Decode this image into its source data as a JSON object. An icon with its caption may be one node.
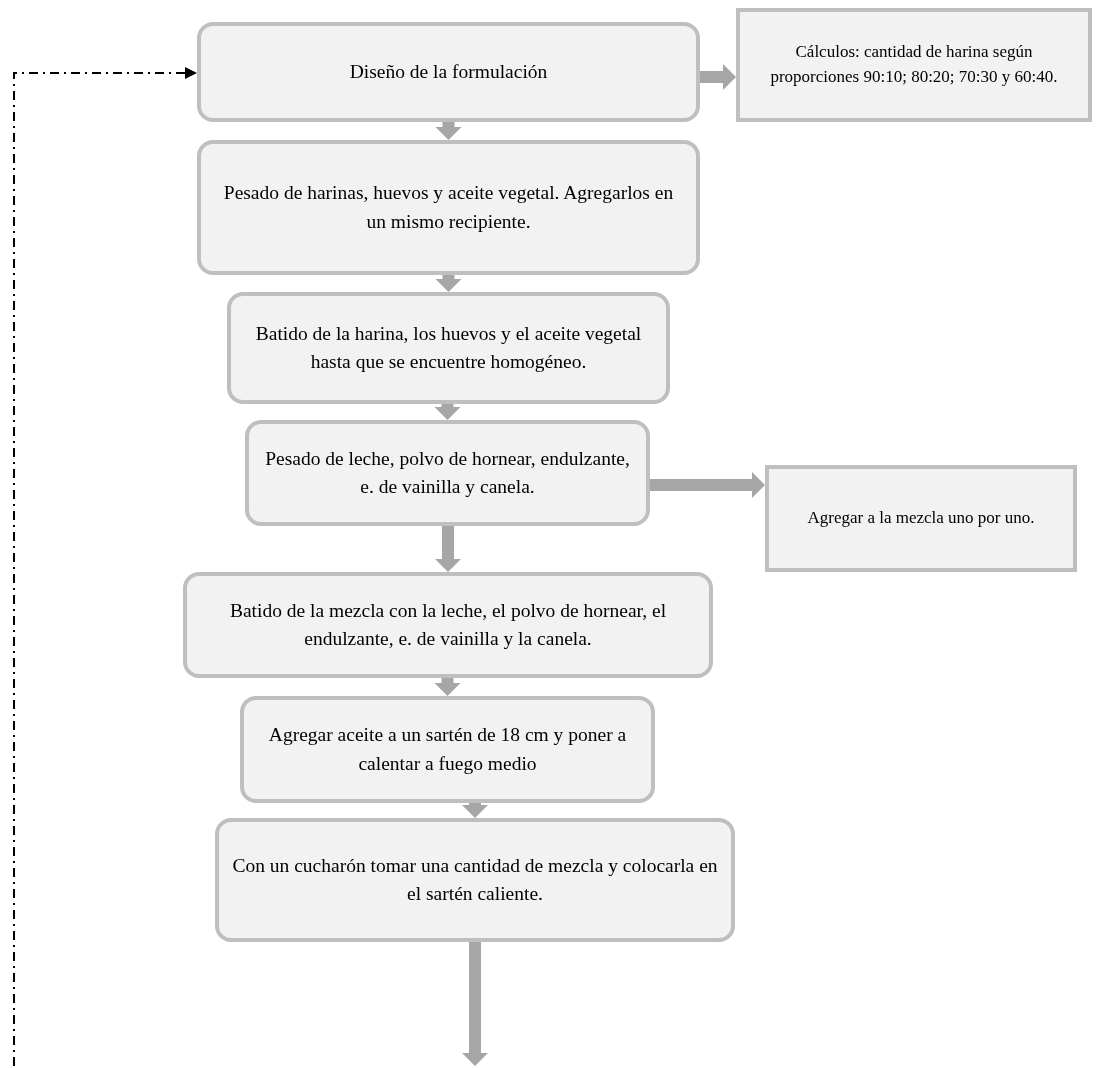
{
  "diagram": {
    "nodes": [
      {
        "text": [
          "Diseño de la formulación"
        ]
      },
      {
        "text": [
          "Cálculos: cantidad de harina según proporciones 90:10; 80:20; 70:30 y 60:40."
        ]
      },
      {
        "text": [
          "Pesado de harinas, huevos y aceite vegetal. Agregarlos en un mismo recipiente."
        ]
      },
      {
        "text": [
          "Batido de la harina, los huevos y el aceite vegetal hasta que se encuentre homogéneo."
        ]
      },
      {
        "text": [
          "Pesado de leche, polvo de hornear, endulzante, e. de vainilla y canela."
        ]
      },
      {
        "text": [
          "Agregar a la mezcla uno por uno."
        ]
      },
      {
        "text": [
          "Batido de la mezcla con la leche, el polvo de hornear, el endulzante, e. de vainilla y la canela."
        ]
      },
      {
        "text": [
          "Agregar aceite a un sartén de 18 cm y poner a calentar a fuego medio"
        ]
      },
      {
        "text": [
          "Con un cucharón tomar una cantidad de mezcla y colocarla en el sartén caliente."
        ]
      }
    ],
    "edges": [
      {
        "from": 0,
        "to": 1,
        "arrow": "to"
      },
      {
        "from": 0,
        "to": 2,
        "arrow": "to"
      },
      {
        "from": 2,
        "to": 3,
        "arrow": "to"
      },
      {
        "from": 3,
        "to": 4,
        "arrow": "to"
      },
      {
        "from": 4,
        "to": 5,
        "arrow": "to"
      },
      {
        "from": 4,
        "to": 6,
        "arrow": "to"
      },
      {
        "from": 6,
        "to": 7,
        "arrow": "to"
      },
      {
        "from": 7,
        "to": 8,
        "arrow": "to"
      },
      {
        "from": 8,
        "to": null,
        "arrow": "to"
      },
      {
        "from": null,
        "to": 0,
        "arrow": "to",
        "style": "dashed",
        "color": "#000000"
      }
    ]
  }
}
